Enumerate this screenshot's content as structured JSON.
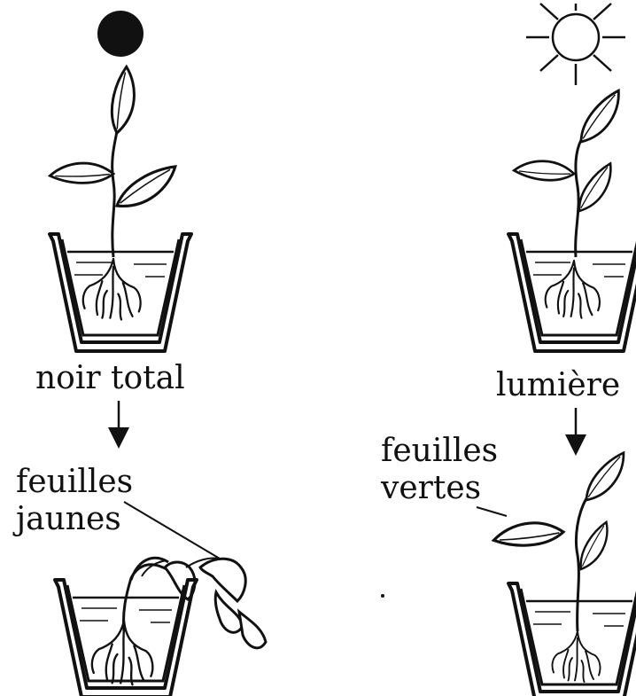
{
  "labels": {
    "dark_condition": "noir total",
    "light_condition": "lumière",
    "dark_result_line1": "feuilles",
    "dark_result_line2": "jaunes",
    "light_result_line1": "feuilles",
    "light_result_line2": "vertes"
  },
  "colors": {
    "ink": "#111111",
    "background": "#ffffff"
  },
  "icons": {
    "dark": "black-disc-icon",
    "light": "sun-icon"
  }
}
